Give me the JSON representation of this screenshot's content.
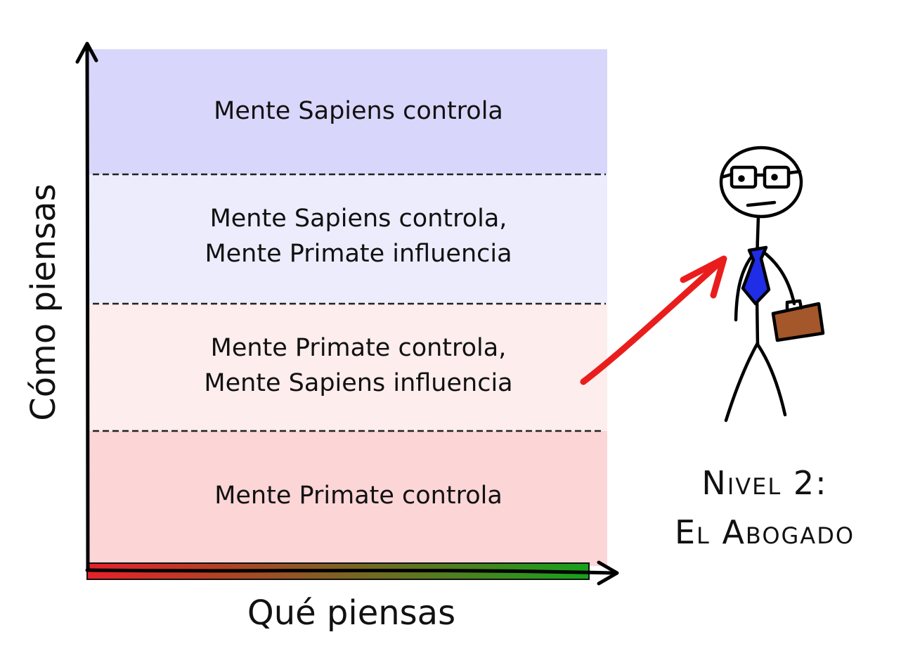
{
  "diagram": {
    "y_axis_label": "Cómo piensas",
    "x_axis_label": "Qué piensas",
    "bands": [
      {
        "lines": [
          "Mente Sapiens controla"
        ],
        "fill": "#d9d6fb"
      },
      {
        "lines": [
          "Mente Sapiens controla,",
          "Mente Primate influencia"
        ],
        "fill": "#ececfd"
      },
      {
        "lines": [
          "Mente Primate controla,",
          "Mente Sapiens influencia"
        ],
        "fill": "#fdeded"
      },
      {
        "lines": [
          "Mente Primate controla"
        ],
        "fill": "#fcd5d7"
      }
    ],
    "x_gradient": {
      "start": "#e8202a",
      "end": "#16a21c"
    },
    "pointer_arrow_color": "#ea1d1d"
  },
  "figure": {
    "caption_line1": "Nivel 2:",
    "caption_line2": "El Abogado",
    "tie_color": "#1f2de6",
    "briefcase_color": "#a4572a"
  }
}
